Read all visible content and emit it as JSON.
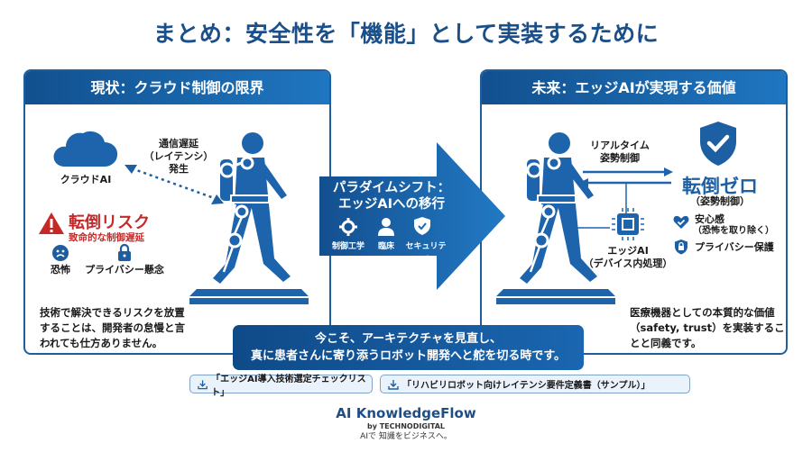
{
  "title": "まとめ：安全性を「機能」として実装するために",
  "left_panel": {
    "header": "現状：クラウド制御の限界",
    "cloud_label": "クラウドAI",
    "latency_label": [
      "通信遅延",
      "（レイテンシ）",
      "発生"
    ],
    "risk": {
      "title": "転倒リスク",
      "subtitle": "致命的な制御遅延"
    },
    "concerns": [
      {
        "icon": "sad-face-icon",
        "label": "恐怖"
      },
      {
        "icon": "lock-icon",
        "label": "プライバシー懸念"
      }
    ],
    "body": [
      "技術で解決できるリスクを放置",
      "することは、開発者の怠慢と言",
      "われても仕方ありません。"
    ]
  },
  "center_arrow": {
    "title_line1": "パラダイムシフト：",
    "title_line2": "エッジAIへの移行",
    "icons": [
      {
        "icon": "gear-icon",
        "label": "制御工学"
      },
      {
        "icon": "doctor-icon",
        "label": "臨床"
      },
      {
        "icon": "shield-check-icon",
        "label": "セキュリティ"
      }
    ]
  },
  "right_panel": {
    "header": "未来：エッジAIが実現する価値",
    "realtime_label": [
      "リアルタイム",
      "姿勢制御"
    ],
    "edge_label": [
      "エッジAI",
      "（デバイス内処理）"
    ],
    "zero": {
      "title": "転倒ゼロ",
      "subtitle": "（姿勢制御）"
    },
    "benefits": [
      {
        "icon": "heart-check-icon",
        "label": "安心感",
        "sub": "（恐怖を取り除く）"
      },
      {
        "icon": "shield-lock-icon",
        "label": "プライバシー保護",
        "sub": ""
      }
    ],
    "body": [
      "医療機器としての本質的な価値",
      "（safety, trust）を実装するこ",
      "とと同義です。"
    ]
  },
  "banner": {
    "line1": "今こそ、アーキテクチャを見直し、",
    "line2": "真に患者さんに寄り添うロボット開発へと舵を切る時です。"
  },
  "downloads": [
    {
      "label": "「エッジAI導入技術選定チェックリスト」"
    },
    {
      "label": "「リハビリロボット向けレイテンシ要件定義書（サンプル）」"
    }
  ],
  "brand": {
    "name": "AI KnowledgeFlow",
    "by": "by TECHNODIGITAL",
    "tagline": "AIで 知識をビジネスへ。"
  },
  "colors": {
    "primary": "#1d5fa3",
    "dark": "#12508f",
    "risk": "#c62828",
    "title": "#1b4f8a"
  }
}
